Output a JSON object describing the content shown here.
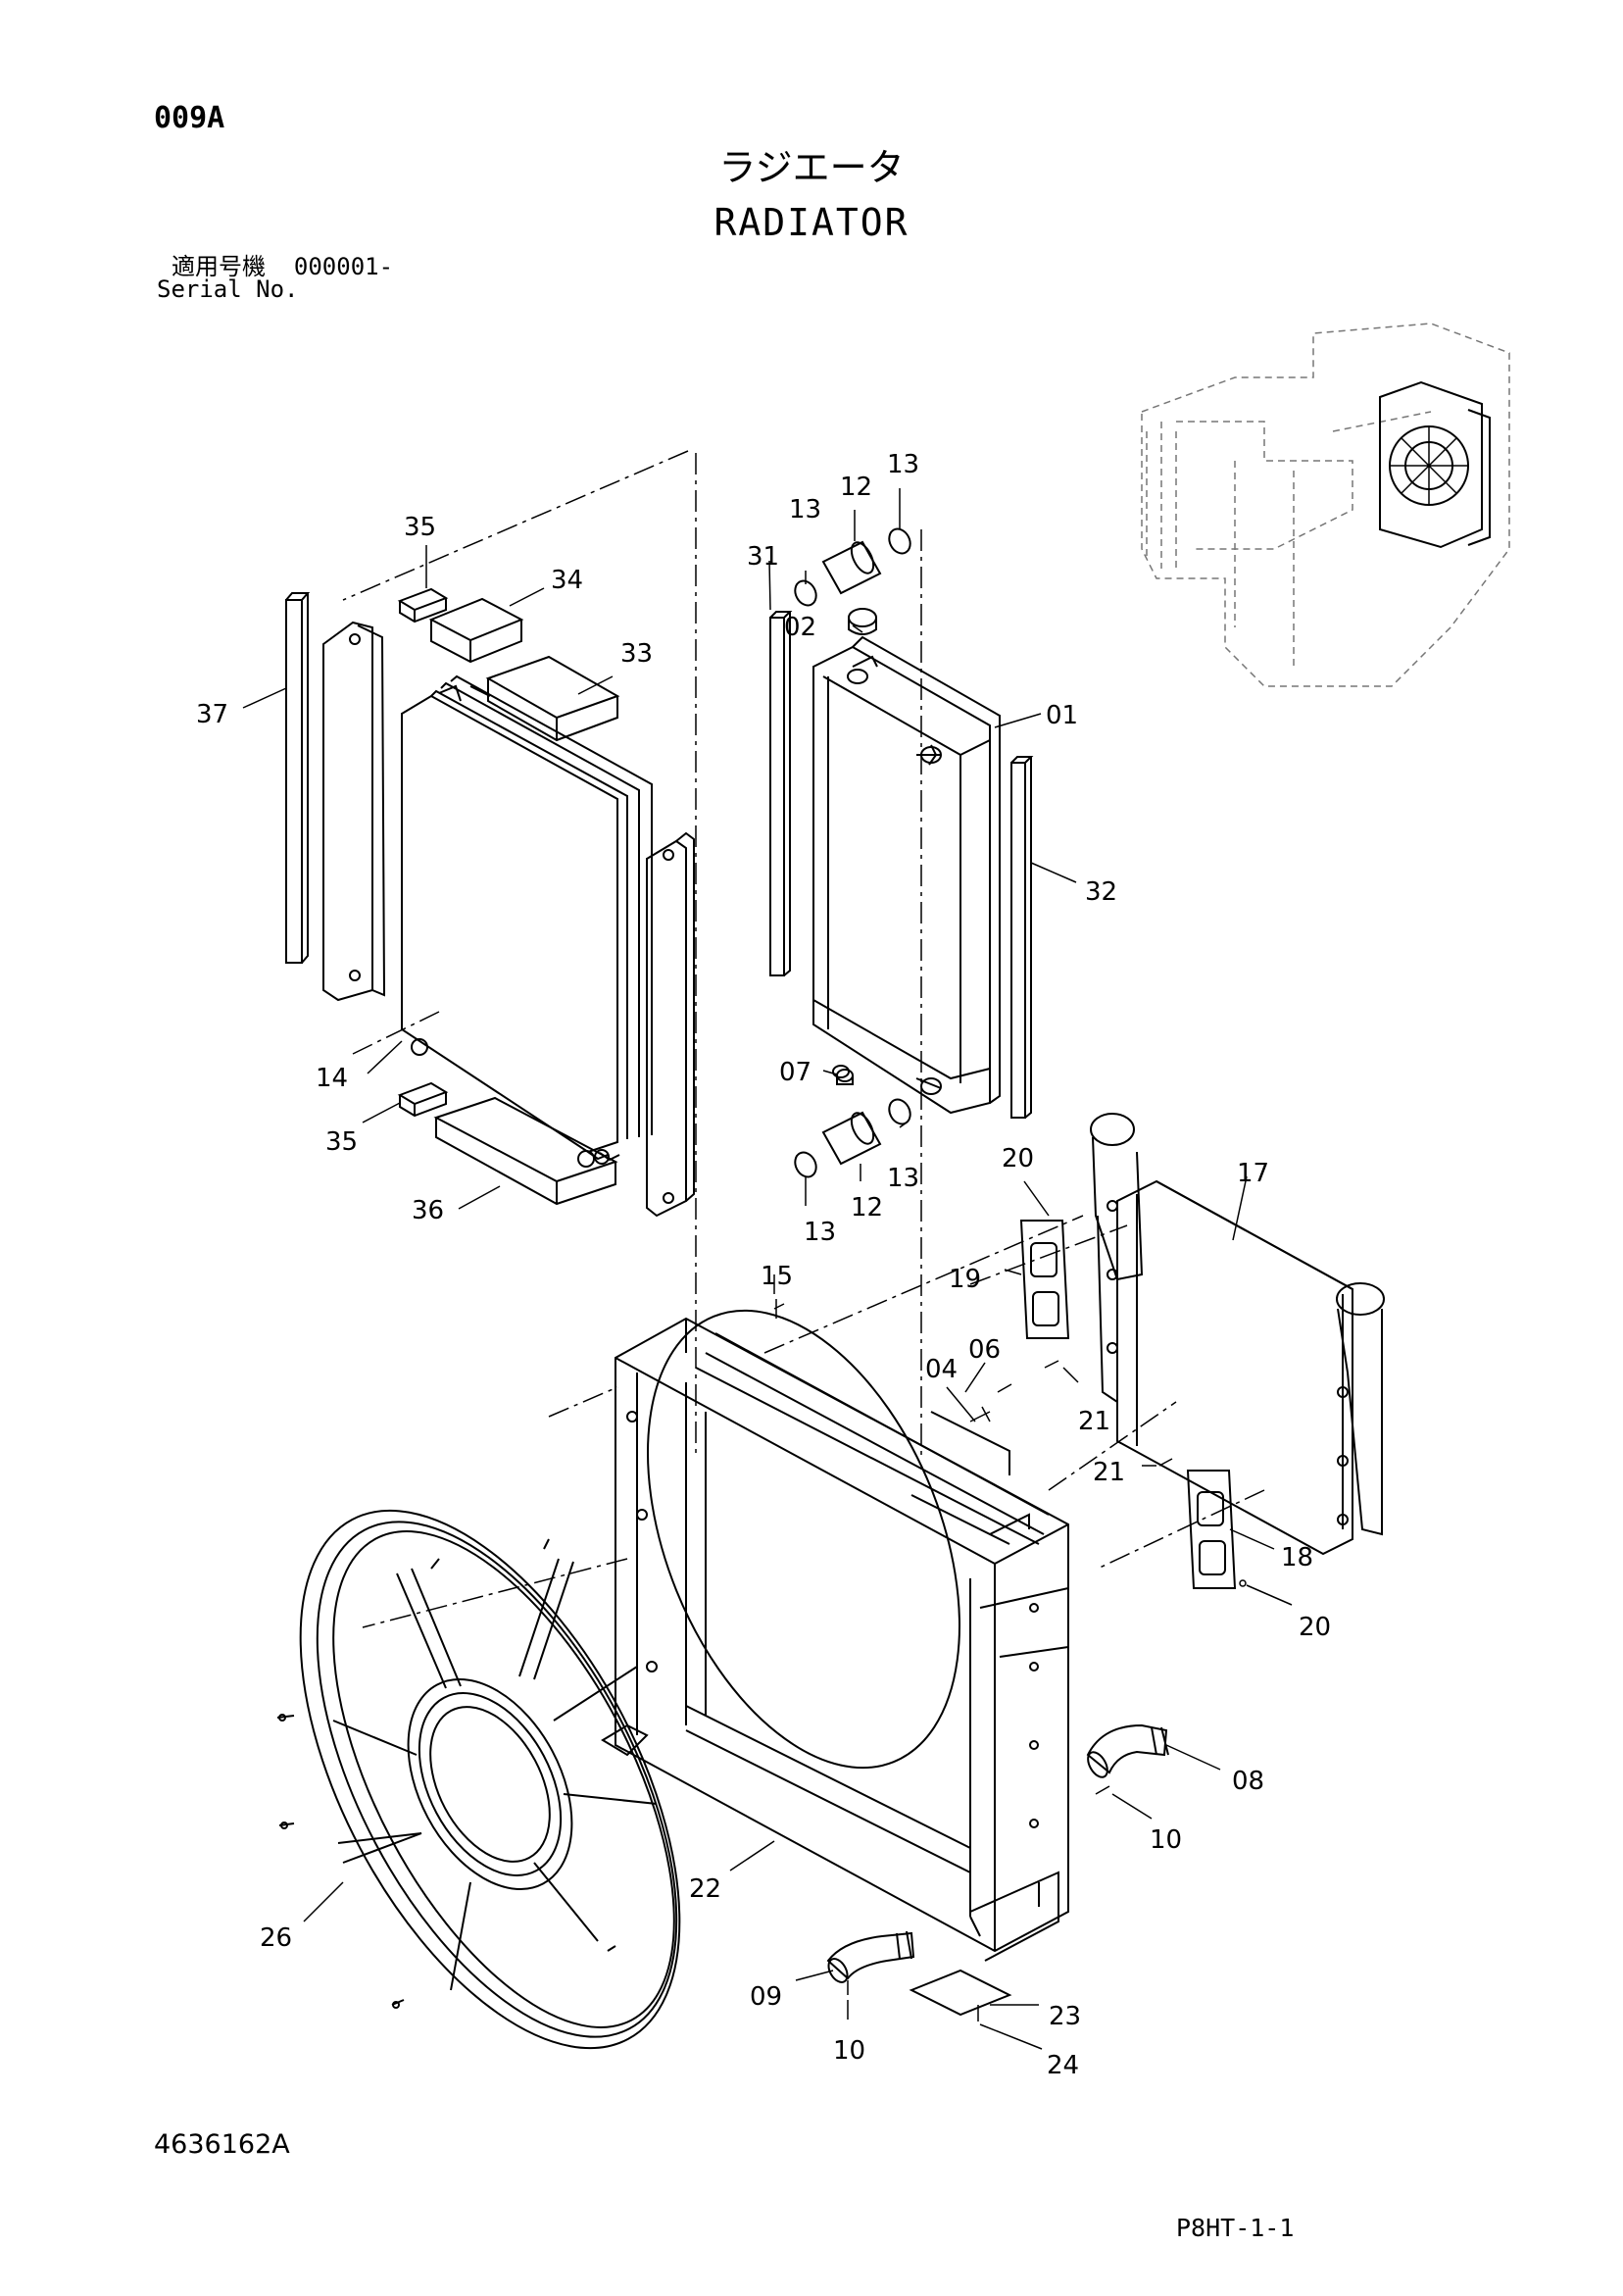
{
  "sheet_code": "009A",
  "title_jp": "ラジエータ",
  "title_en": "RADIATOR",
  "serial": {
    "label_jp": "適用号機",
    "value": "000001-",
    "label_en": "Serial No."
  },
  "drawing_number": "4636162A",
  "page_code": "P8HT-1-1",
  "callouts": [
    {
      "id": "c01",
      "text": "01"
    },
    {
      "id": "c02",
      "text": "02"
    },
    {
      "id": "c04",
      "text": "04"
    },
    {
      "id": "c06",
      "text": "06"
    },
    {
      "id": "c07",
      "text": "07"
    },
    {
      "id": "c08",
      "text": "08"
    },
    {
      "id": "c09",
      "text": "09"
    },
    {
      "id": "c10a",
      "text": "10"
    },
    {
      "id": "c10b",
      "text": "10"
    },
    {
      "id": "c12a",
      "text": "12"
    },
    {
      "id": "c12b",
      "text": "12"
    },
    {
      "id": "c13a",
      "text": "13"
    },
    {
      "id": "c13b",
      "text": "13"
    },
    {
      "id": "c13c",
      "text": "13"
    },
    {
      "id": "c13d",
      "text": "13"
    },
    {
      "id": "c14",
      "text": "14"
    },
    {
      "id": "c15",
      "text": "15"
    },
    {
      "id": "c17",
      "text": "17"
    },
    {
      "id": "c18",
      "text": "18"
    },
    {
      "id": "c19",
      "text": "19"
    },
    {
      "id": "c20a",
      "text": "20"
    },
    {
      "id": "c20b",
      "text": "20"
    },
    {
      "id": "c21a",
      "text": "21"
    },
    {
      "id": "c21b",
      "text": "21"
    },
    {
      "id": "c22",
      "text": "22"
    },
    {
      "id": "c23",
      "text": "23"
    },
    {
      "id": "c24",
      "text": "24"
    },
    {
      "id": "c26",
      "text": "26"
    },
    {
      "id": "c31",
      "text": "31"
    },
    {
      "id": "c32",
      "text": "32"
    },
    {
      "id": "c33",
      "text": "33"
    },
    {
      "id": "c34",
      "text": "34"
    },
    {
      "id": "c35a",
      "text": "35"
    },
    {
      "id": "c35b",
      "text": "35"
    },
    {
      "id": "c36",
      "text": "36"
    },
    {
      "id": "c37",
      "text": "37"
    }
  ]
}
